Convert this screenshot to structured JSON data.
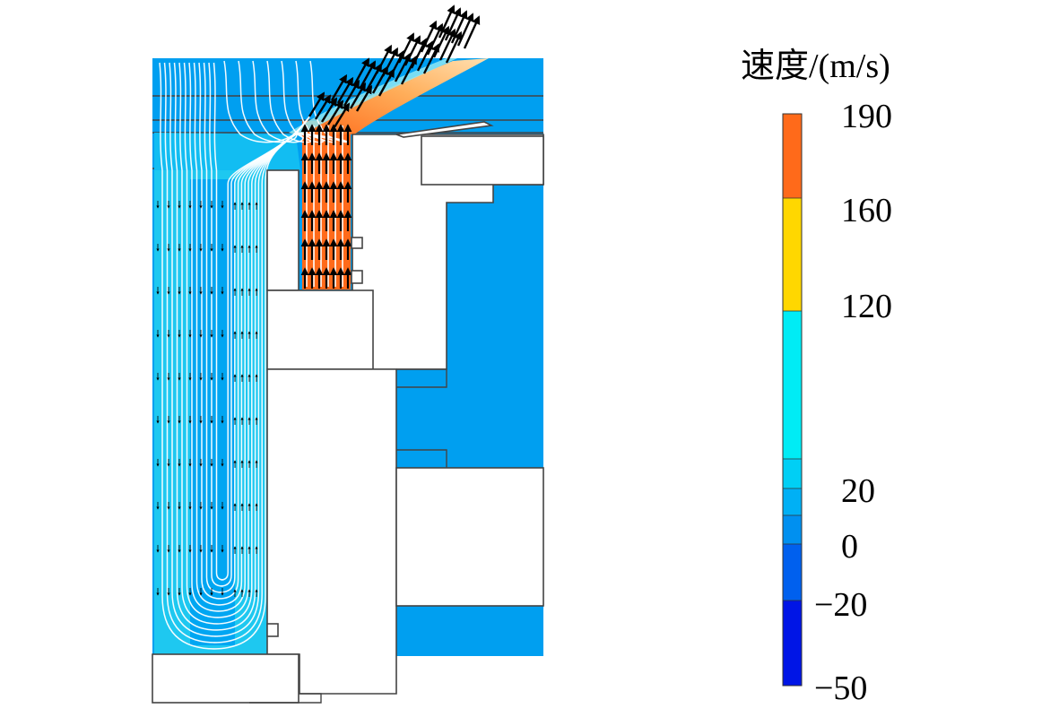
{
  "legend": {
    "title": "速度/(m/s)",
    "ticks": [
      "190",
      "160",
      "120",
      "20",
      "0",
      "−20",
      "−50"
    ],
    "bands": [
      {
        "color": "#0015e6"
      },
      {
        "color": "#0060ee"
      },
      {
        "color": "#0090f0"
      },
      {
        "color": "#00b0f5"
      },
      {
        "color": "#00cff5"
      },
      {
        "color": "#00ecf5"
      },
      {
        "color": "#ffd700"
      },
      {
        "color": "#ff6a1a"
      }
    ]
  },
  "colors": {
    "field_background": "#009ff0",
    "return_flow": "#1ec8f0",
    "high_speed_jet": "#ff6a1a",
    "jet_fringe": "#ffd37a",
    "streamline": "#ffffff",
    "velocity_vector": "#000000"
  }
}
